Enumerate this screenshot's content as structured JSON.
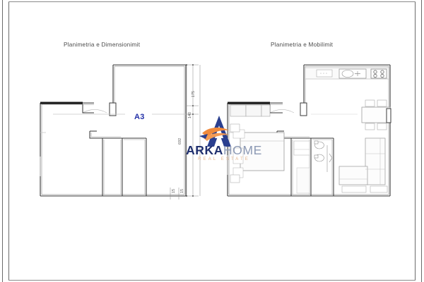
{
  "document": {
    "type": "architectural-floor-plan-sheet",
    "background_color": "#ffffff",
    "border_color": "#6b6b6b"
  },
  "plans": {
    "left": {
      "title": "Planimetria e Dimensionimit",
      "room_label": "A3",
      "room_label_color": "#2330a8"
    },
    "right": {
      "title": "Planimetria e Mobilimit"
    }
  },
  "dimensions": {
    "vertical": [
      {
        "value": "175",
        "name": "dim-175"
      },
      {
        "value": "140",
        "name": "dim-140"
      },
      {
        "value": "692",
        "name": "dim-692"
      }
    ],
    "bottom": [
      {
        "value": "15",
        "name": "dim-15-a"
      },
      {
        "value": "15",
        "name": "dim-15-b"
      }
    ]
  },
  "watermark": {
    "brand_primary": "ARKA",
    "brand_secondary": "HOME",
    "tagline": "REAL ESTATE",
    "colors": {
      "navy": "#1f2f6e",
      "steel": "#8d9ab5",
      "orange": "#f08a3c",
      "tagline": "#e6b48a"
    }
  },
  "furniture": {
    "kitchen": [
      "counter-appliance",
      "sink",
      "stove-4-burner"
    ],
    "dining": "dining-table-4-chairs",
    "bedroom": [
      "bed-double",
      "nightstand-left",
      "nightstand-right",
      "wardrobe"
    ],
    "bathroom": [
      "toilet",
      "washbasin",
      "shower"
    ],
    "living": [
      "sectional-sofa",
      "coffee-table",
      "console"
    ]
  }
}
